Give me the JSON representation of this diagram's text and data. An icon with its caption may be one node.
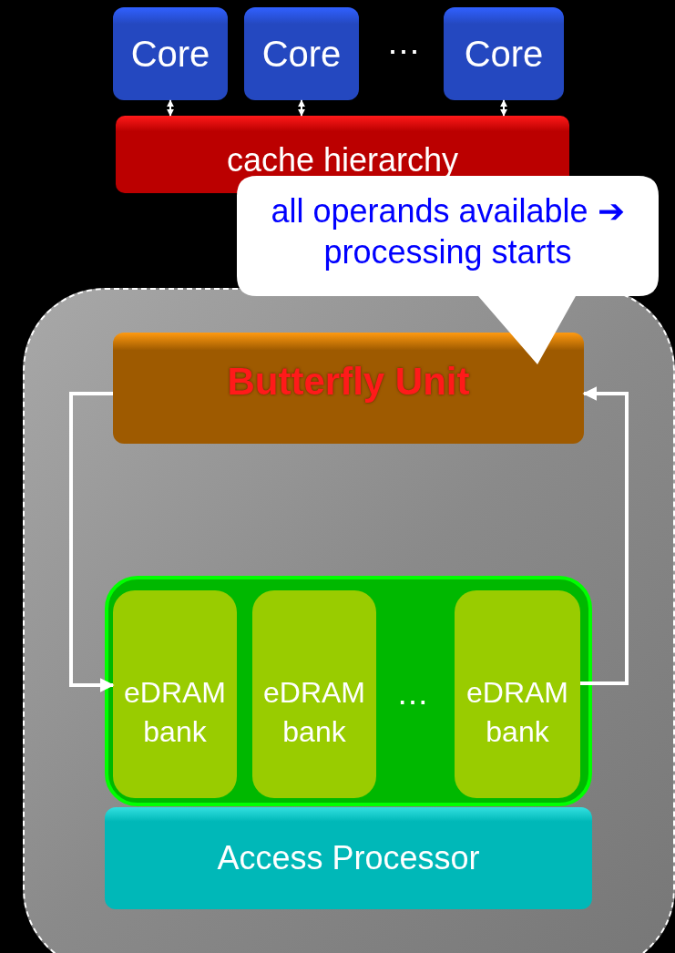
{
  "diagram": {
    "nodes": [
      {
        "text": [
          "Core"
        ]
      },
      {
        "text": [
          "Core"
        ]
      },
      {
        "text": [
          "Core"
        ]
      },
      {
        "text": [
          "cache hierarchy"
        ]
      },
      {
        "text": [
          "all operands available ➔ processing starts"
        ]
      },
      {
        "text": [],
        "shape": "box"
      },
      {
        "text": [
          "Butterfly Unit"
        ],
        "in": 5
      },
      {
        "text": [],
        "shape": "box",
        "in": 5
      },
      {
        "text": [
          "eDRAM bank"
        ],
        "in": 7
      },
      {
        "text": [
          "eDRAM bank"
        ],
        "in": 7
      },
      {
        "text": [
          "eDRAM bank"
        ],
        "in": 7
      },
      {
        "text": [
          "Access Processor"
        ],
        "in": 5
      }
    ],
    "edges": [
      {
        "from": 0,
        "to": 3,
        "arrow": "both"
      },
      {
        "from": 1,
        "to": 3,
        "arrow": "both"
      },
      {
        "from": 2,
        "to": 3,
        "arrow": "both"
      },
      {
        "from": 6,
        "to": 8,
        "arrow": "to",
        "style": "thick"
      },
      {
        "from": 10,
        "to": 6,
        "arrow": "to",
        "style": "thick"
      }
    ],
    "labels": [
      "⋯",
      "⋯"
    ]
  }
}
